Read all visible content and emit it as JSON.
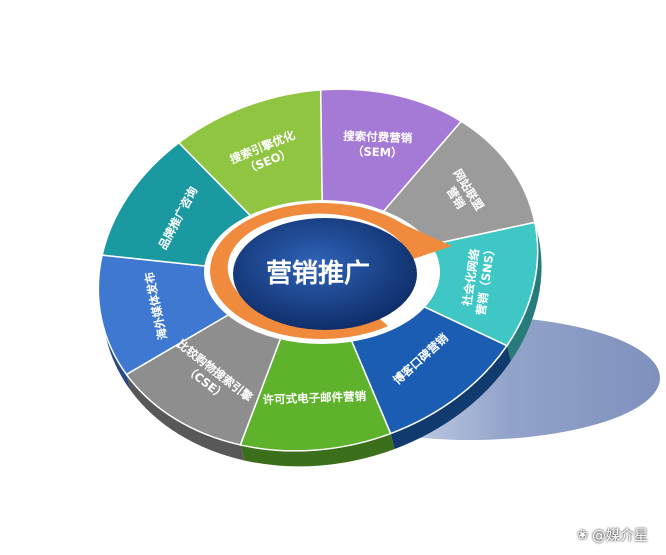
{
  "center": {
    "title": "营销推广"
  },
  "segments": [
    {
      "id": "sem",
      "lines": [
        "搜索付费营销",
        "（SEM）"
      ],
      "color": "#a57ad6"
    },
    {
      "id": "alliance",
      "lines": [
        "网站联盟",
        "营销"
      ],
      "color": "#9b9b9b"
    },
    {
      "id": "sns",
      "lines": [
        "社会化网络",
        "营销（SNS）"
      ],
      "color": "#3fc7c6"
    },
    {
      "id": "blog",
      "lines": [
        "博客口碑营销"
      ],
      "color": "#1b5db3"
    },
    {
      "id": "email",
      "lines": [
        "许可式电子邮件营销"
      ],
      "color": "#5fb32c"
    },
    {
      "id": "cse",
      "lines": [
        "比较购物搜索引擎",
        "（CSE）"
      ],
      "color": "#8e8e8e"
    },
    {
      "id": "media",
      "lines": [
        "海外媒体发布"
      ],
      "color": "#3f78d1"
    },
    {
      "id": "brand",
      "lines": [
        "品牌推广咨询"
      ],
      "color": "#1a9aa0"
    },
    {
      "id": "seo",
      "lines": [
        "搜索引擎优化",
        "（SEO）"
      ],
      "color": "#8fc541"
    }
  ],
  "colors": {
    "ring_orange": "#f08a3c",
    "center_navy": "#123b82",
    "shadow": "#6f86b8"
  },
  "watermark": {
    "text": "@媒介星",
    "icon": "paw-icon"
  }
}
